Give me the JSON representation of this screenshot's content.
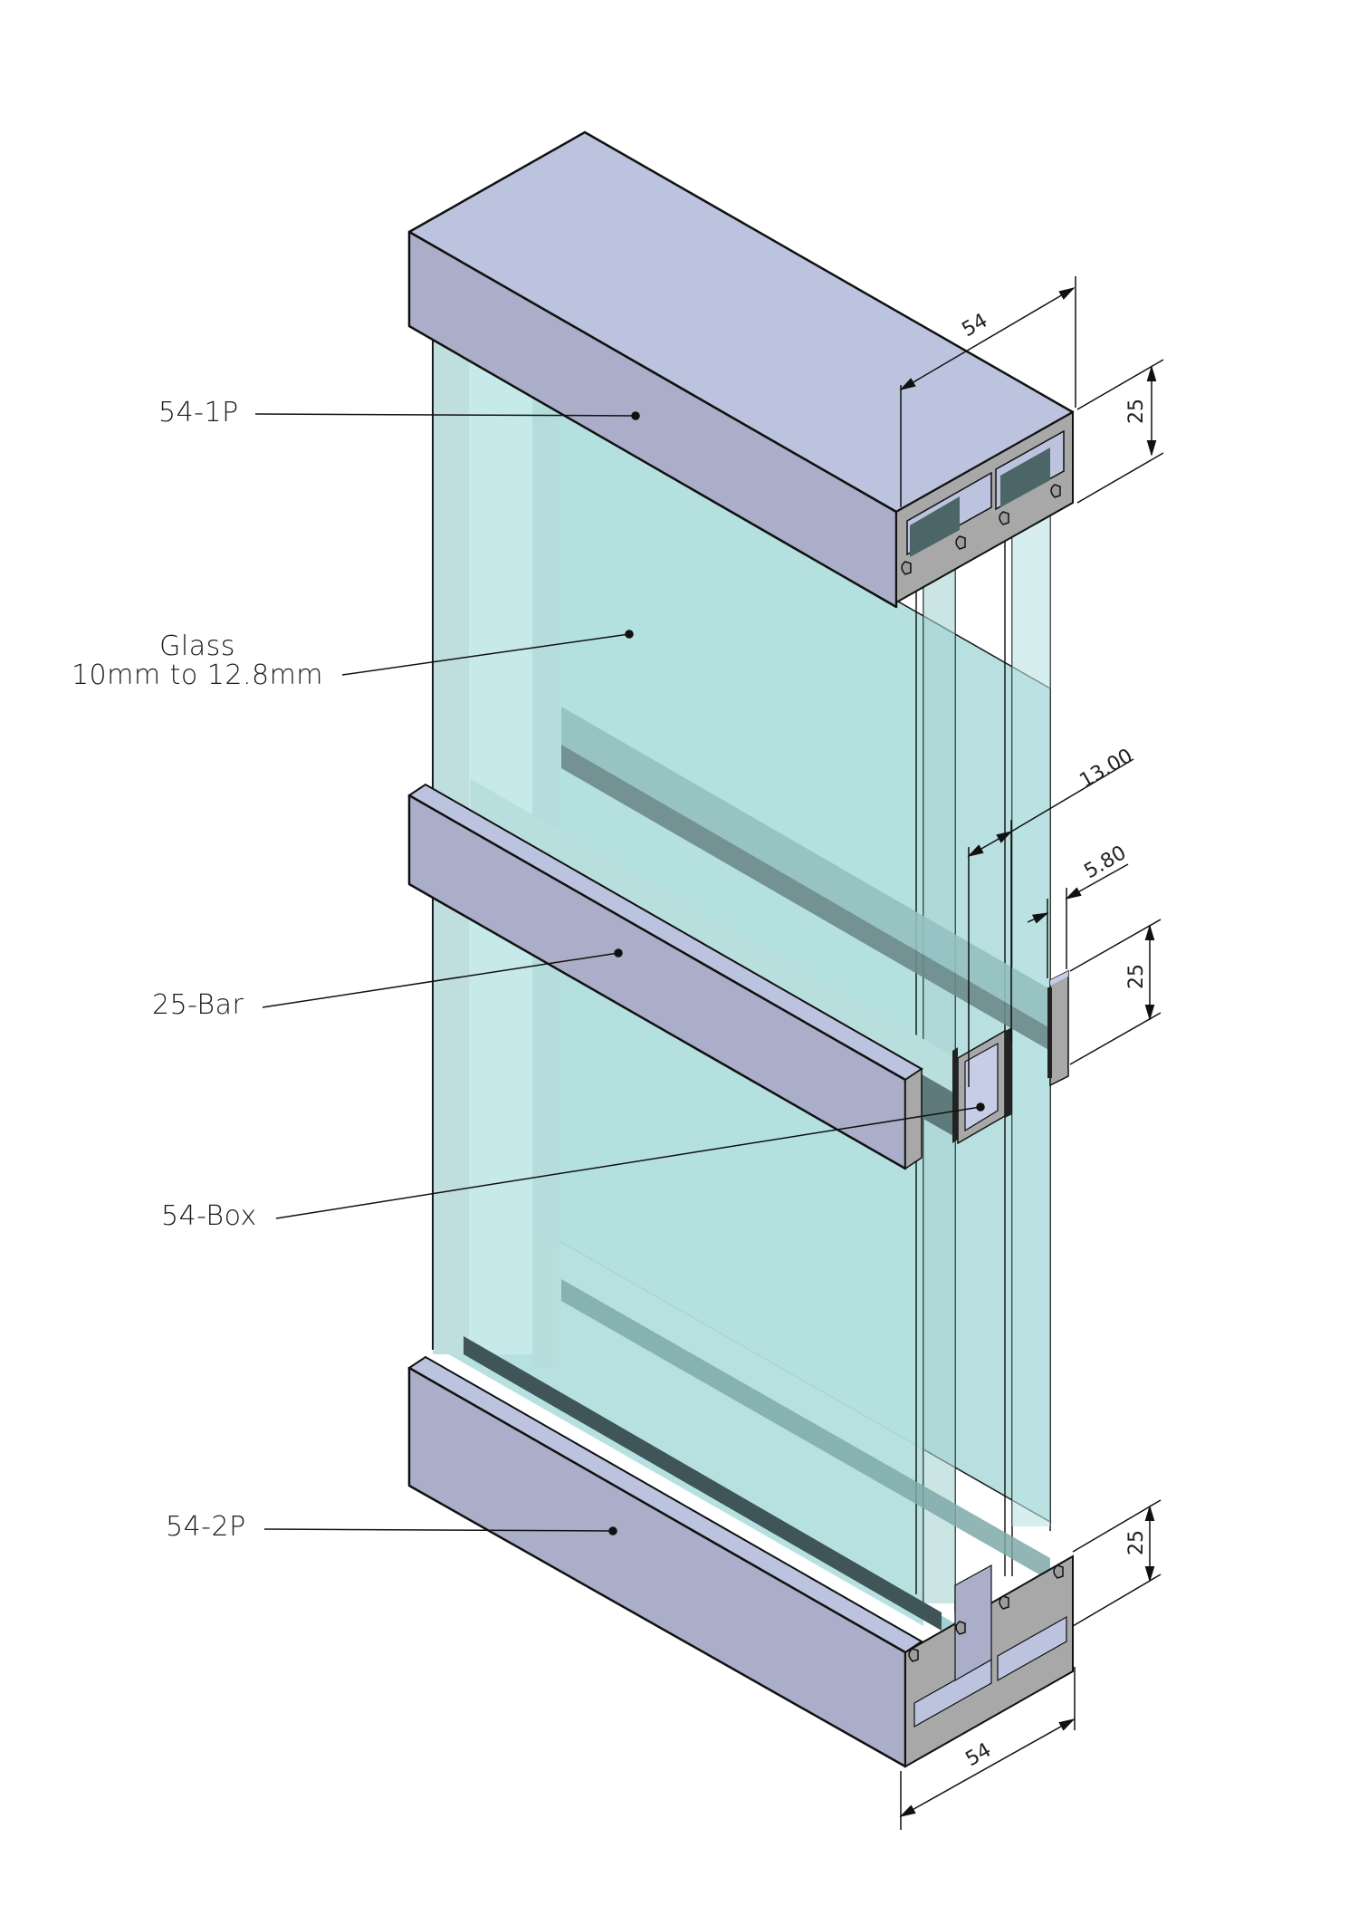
{
  "drawing": {
    "type": "isometric assembly drawing",
    "subject": "double-glazed glass partition with aluminium profiles",
    "colors": {
      "background": "#ffffff",
      "aluminium_top": "#bcc3de",
      "aluminium_front": "#aaaec9",
      "aluminium_section": "#a8a8a8",
      "glass_light": "#c4e6e6",
      "glass_mid": "#b2dfdf",
      "glass_edge": "#a7cfd0",
      "gasket_dark": "#3f5557",
      "line": "#111111"
    }
  },
  "callouts": [
    {
      "id": "54-1P",
      "label": "54-1P"
    },
    {
      "id": "glass",
      "label_line1": "Glass",
      "label_line2": "10mm to 12.8mm"
    },
    {
      "id": "25-Bar",
      "label": "25-Bar"
    },
    {
      "id": "54-Box",
      "label": "54-Box"
    },
    {
      "id": "54-2P",
      "label": "54-2P"
    }
  ],
  "dimensions": {
    "top_width": "54",
    "top_height": "25",
    "glass_gap": "13.00",
    "bar_offset": "5.80",
    "bar_height": "25",
    "bottom_height": "25",
    "bottom_width": "54"
  }
}
